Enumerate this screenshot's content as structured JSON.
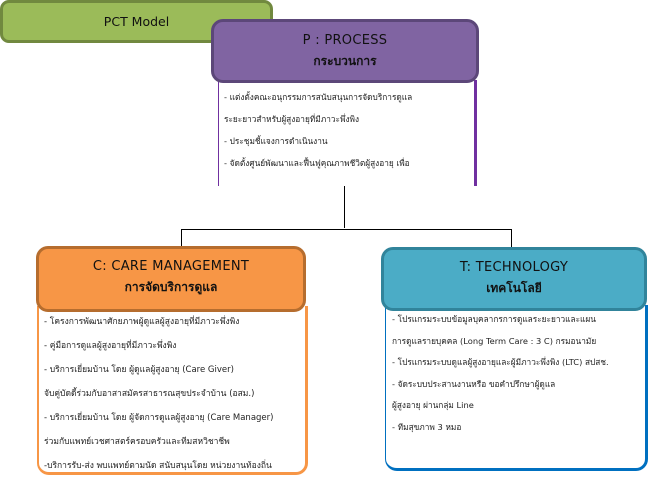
{
  "colors": {
    "process": "#8064a2",
    "process_border": "#7030a0",
    "model": "#9bbb59",
    "care": "#f79646",
    "technology": "#4bacc6",
    "technology_border": "#0070c0"
  },
  "process": {
    "title": "P : PROCESS",
    "subtitle": "กระบวนการ",
    "items": [
      "- แต่งตั้งคณะอนุกรรมการสนับสนุนการจัดบริการดูแล",
      "ระยะยาวสำหรับผู้สูงอายุที่มีภาวะพึ่งพิง",
      "- ประชุมชี้แจงการดำเนินงาน",
      "- จัดตั้งศูนย์พัฒนาและฟื้นฟูคุณภาพชีวิตผู้สูงอายุ เพื่อ"
    ]
  },
  "model": {
    "label": "PCT Model"
  },
  "care": {
    "title": "C: CARE MANAGEMENT",
    "subtitle": "การจัดบริการดูแล",
    "items": [
      "- โครงการพัฒนาศักยภาพผู้ดูแลผู้สูงอายุที่มีภาวะพึ่งพิง",
      "- คู่มือการดูแลผู้สูงอายุที่มีภาวะพึ่งพิง",
      "- บริการเยี่ยมบ้าน โดย ผู้ดูแลผู้สูงอายุ (Care Giver)",
      "จับคู่บัดดี้ร่วมกับอาสาสมัครสาธารณสุขประจำบ้าน (อสม.)",
      "- บริการเยี่ยมบ้าน โดย ผู้จัดการดูแลผู้สูงอายุ (Care Manager)",
      "ร่วมกับแพทย์เวชศาสตร์ครอบครัวและทีมสหวิชาชีพ",
      "-บริการรับ-ส่ง พบแพทย์ตามนัด สนับสนุนโดย หน่วยงานท้องถิ่น"
    ]
  },
  "technology": {
    "title": "T: TECHNOLOGY",
    "subtitle": "เทคโนโลยี",
    "items": [
      "- โปรแกรมระบบข้อมูลบุคลากรการดูแลระยะยาวและแผน",
      "การดูแลรายบุคคล (Long Term Care : 3 C) กรมอนามัย",
      "- โปรแกรมระบบดูแลผู้สูงอายุและผู้มีภาวะพึ่งพิง (LTC) สปสช.",
      "- จัดระบบประสานงานหรือ ขอคำปรึกษาผู้ดูแล",
      "ผู้สูงอายุ ผ่านกลุ่ม Line",
      "- ทีมสุขภาพ 3 หมอ"
    ]
  }
}
